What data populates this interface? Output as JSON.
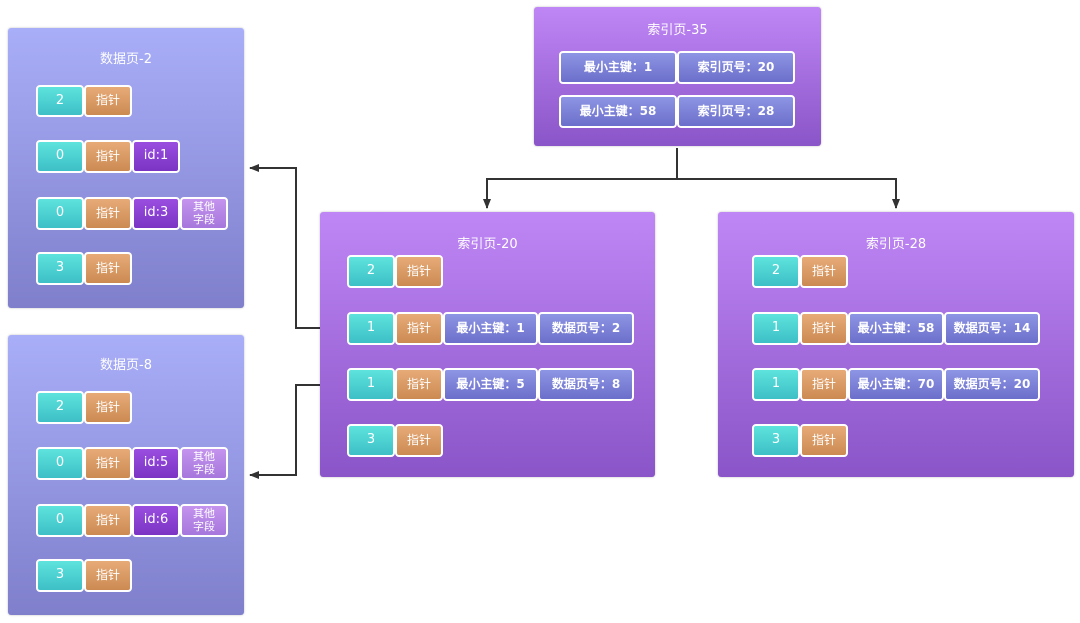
{
  "pointer_label": "指针",
  "other_fields_label": "其他\n字段",
  "colors": {
    "data_panel": "#8f92dd",
    "index_panel": "#a36ddd",
    "slot_cell": "#4fd0d2",
    "pointer_cell": "#d99b65",
    "record_id_cell": "#8a42d3",
    "other_fields_cell": "#b585e6",
    "index_entry_cell": "#7c82d8",
    "arrow": "#333333"
  },
  "index_root": {
    "title": "索引页-35",
    "entries": [
      {
        "min_key": "最小主键：1",
        "page_no": "索引页号：20"
      },
      {
        "min_key": "最小主键：58",
        "page_no": "索引页号：28"
      }
    ]
  },
  "index_page_20": {
    "title": "索引页-20",
    "rows": [
      {
        "slot": "2"
      },
      {
        "slot": "1",
        "min_key": "最小主键：1",
        "page_no": "数据页号：2"
      },
      {
        "slot": "1",
        "min_key": "最小主键：5",
        "page_no": "数据页号：8"
      },
      {
        "slot": "3"
      }
    ]
  },
  "index_page_28": {
    "title": "索引页-28",
    "rows": [
      {
        "slot": "2"
      },
      {
        "slot": "1",
        "min_key": "最小主键：58",
        "page_no": "数据页号：14"
      },
      {
        "slot": "1",
        "min_key": "最小主键：70",
        "page_no": "数据页号：20"
      },
      {
        "slot": "3"
      }
    ]
  },
  "data_page_2": {
    "title": "数据页-2",
    "rows": [
      {
        "slot": "2"
      },
      {
        "slot": "0",
        "id": "id:1"
      },
      {
        "slot": "0",
        "id": "id:3",
        "other": true
      },
      {
        "slot": "3"
      }
    ]
  },
  "data_page_8": {
    "title": "数据页-8",
    "rows": [
      {
        "slot": "2"
      },
      {
        "slot": "0",
        "id": "id:5",
        "other": true
      },
      {
        "slot": "0",
        "id": "id:6",
        "other": true
      },
      {
        "slot": "3"
      }
    ]
  }
}
